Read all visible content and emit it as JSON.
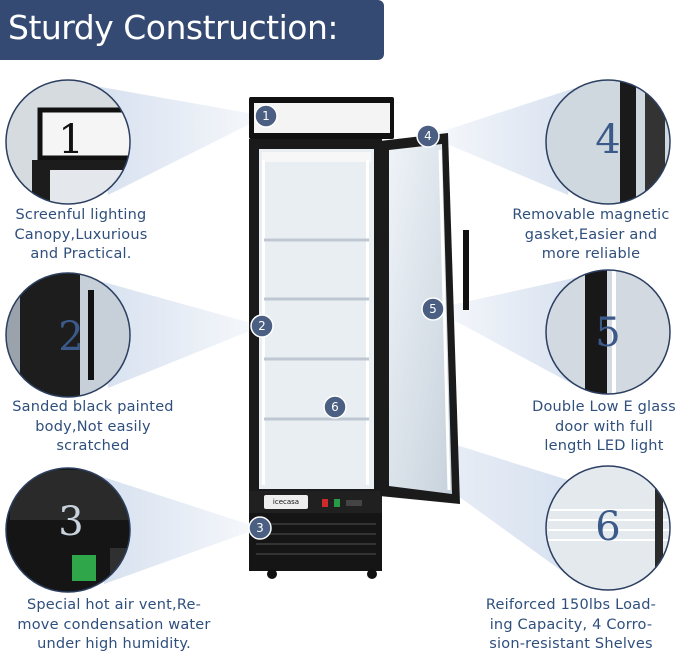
{
  "header": {
    "title": "Sturdy Construction:"
  },
  "brand": {
    "label": "icecasa"
  },
  "colors": {
    "banner": "#344a72",
    "caption": "#2f4f7c",
    "marker": "#4a5f82",
    "callout_ring": "#2c3f60"
  },
  "features": [
    {
      "number": "1",
      "caption": [
        "Screenful lighting",
        "Canopy,Luxurious",
        "and Practical."
      ]
    },
    {
      "number": "2",
      "caption": [
        "Sanded black painted",
        "body,Not easily",
        "scratched"
      ]
    },
    {
      "number": "3",
      "caption": [
        "Special hot air vent,Re-",
        "move condensation water",
        "under high humidity."
      ]
    },
    {
      "number": "4",
      "caption": [
        "Removable magnetic",
        "gasket,Easier and",
        "more reliable"
      ]
    },
    {
      "number": "5",
      "caption": [
        "Double Low E glass",
        "door with full",
        "length LED light"
      ]
    },
    {
      "number": "6",
      "caption": [
        "Reiforced 150lbs Load-",
        "ing Capacity, 4 Corro-",
        "sion-resistant Shelves"
      ]
    }
  ]
}
